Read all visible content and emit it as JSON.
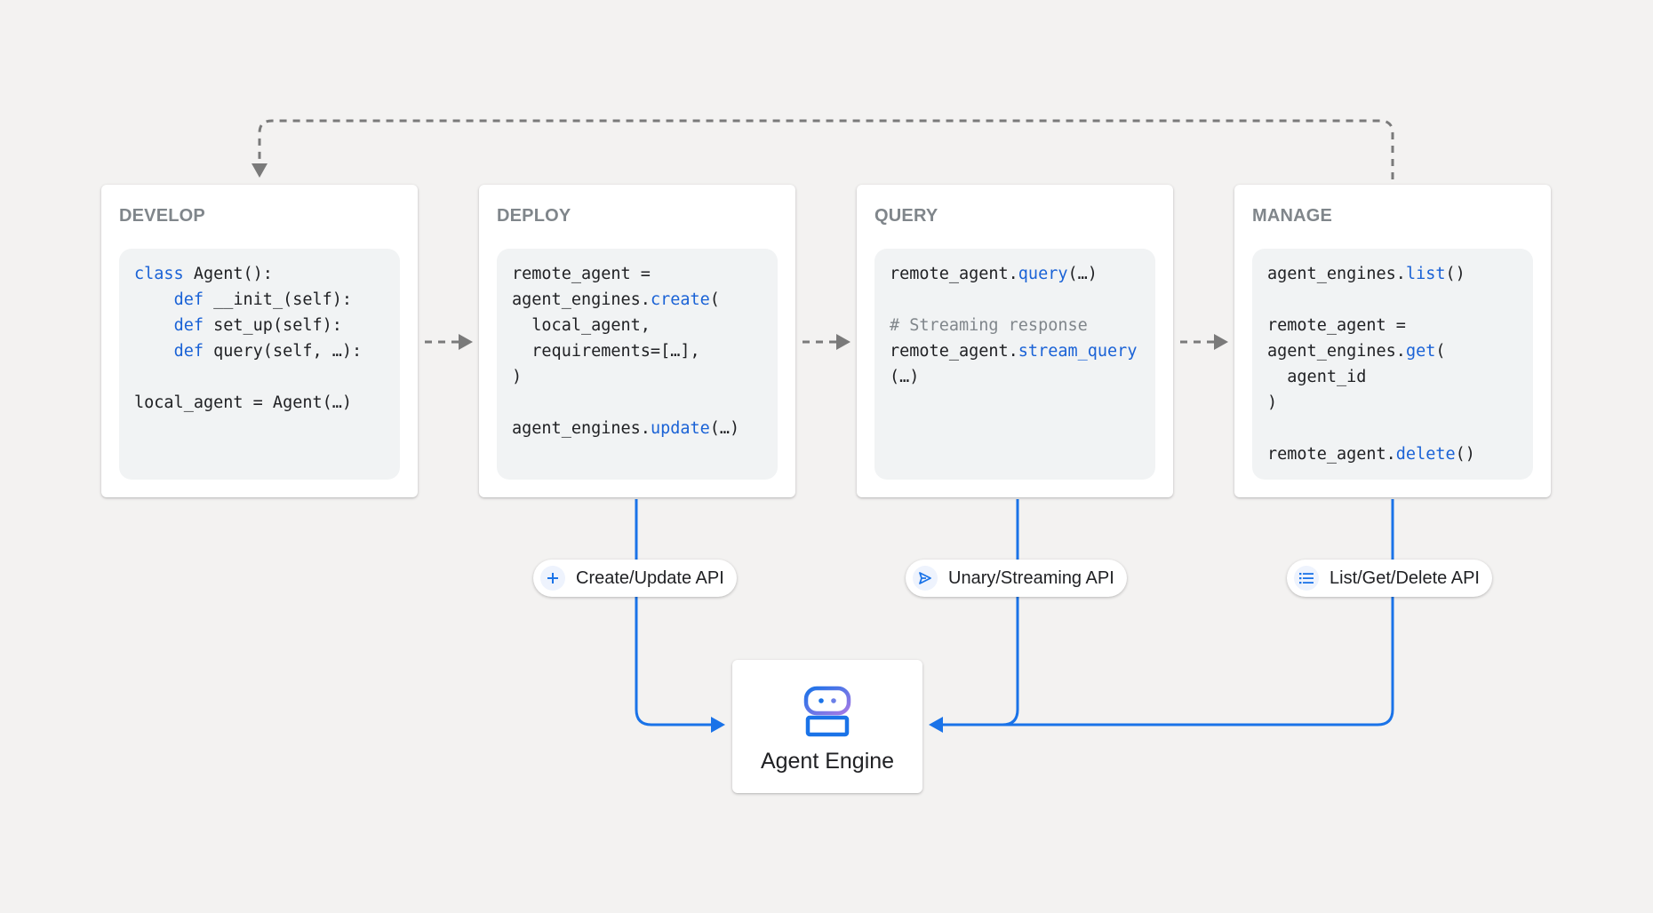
{
  "stages": [
    {
      "title": "DEVELOP",
      "code": [
        [
          {
            "t": "class",
            "k": "kw"
          },
          {
            "t": " Agent():"
          }
        ],
        [
          {
            "t": "    "
          },
          {
            "t": "def",
            "k": "kw"
          },
          {
            "t": " __init_(self):"
          }
        ],
        [
          {
            "t": "    "
          },
          {
            "t": "def",
            "k": "kw"
          },
          {
            "t": " set_up(self):"
          }
        ],
        [
          {
            "t": "    "
          },
          {
            "t": "def",
            "k": "kw"
          },
          {
            "t": " query(self, …):"
          }
        ],
        [],
        [
          {
            "t": "local_agent = Agent(…)"
          }
        ]
      ]
    },
    {
      "title": "DEPLOY",
      "code": [
        [
          {
            "t": "remote_agent ="
          }
        ],
        [
          {
            "t": "agent_engines."
          },
          {
            "t": "create",
            "k": "kw"
          },
          {
            "t": "("
          }
        ],
        [
          {
            "t": "  local_agent,"
          }
        ],
        [
          {
            "t": "  requirements=[…],"
          }
        ],
        [
          {
            "t": ")"
          }
        ],
        [],
        [
          {
            "t": "agent_engines."
          },
          {
            "t": "update",
            "k": "kw"
          },
          {
            "t": "(…)"
          }
        ]
      ]
    },
    {
      "title": "QUERY",
      "code": [
        [
          {
            "t": "remote_agent."
          },
          {
            "t": "query",
            "k": "kw"
          },
          {
            "t": "(…)"
          }
        ],
        [],
        [
          {
            "t": "# Streaming response",
            "k": "cm"
          }
        ],
        [
          {
            "t": "remote_agent."
          },
          {
            "t": "stream_query",
            "k": "kw"
          }
        ],
        [
          {
            "t": "(…)"
          }
        ]
      ]
    },
    {
      "title": "MANAGE",
      "code": [
        [
          {
            "t": "agent_engines."
          },
          {
            "t": "list",
            "k": "kw"
          },
          {
            "t": "()"
          }
        ],
        [],
        [
          {
            "t": "remote_agent ="
          }
        ],
        [
          {
            "t": "agent_engines."
          },
          {
            "t": "get",
            "k": "kw"
          },
          {
            "t": "("
          }
        ],
        [
          {
            "t": "  agent_id"
          }
        ],
        [
          {
            "t": ")"
          }
        ],
        [],
        [
          {
            "t": "remote_agent."
          },
          {
            "t": "delete",
            "k": "kw"
          },
          {
            "t": "()"
          }
        ]
      ]
    }
  ],
  "apis": [
    {
      "label": "Create/Update API",
      "icon": "plus-icon"
    },
    {
      "label": "Unary/Streaming API",
      "icon": "send-icon"
    },
    {
      "label": "List/Get/Delete API",
      "icon": "list-icon"
    }
  ],
  "engine": {
    "label": "Agent Engine",
    "icon": "agent-robot-icon"
  },
  "colors": {
    "background": "#f3f2f1",
    "api_line": "#1a73e8",
    "flow_dashed": "#7a7a7a",
    "keyword": "#1a62d6",
    "stage_title": "#80868b"
  }
}
